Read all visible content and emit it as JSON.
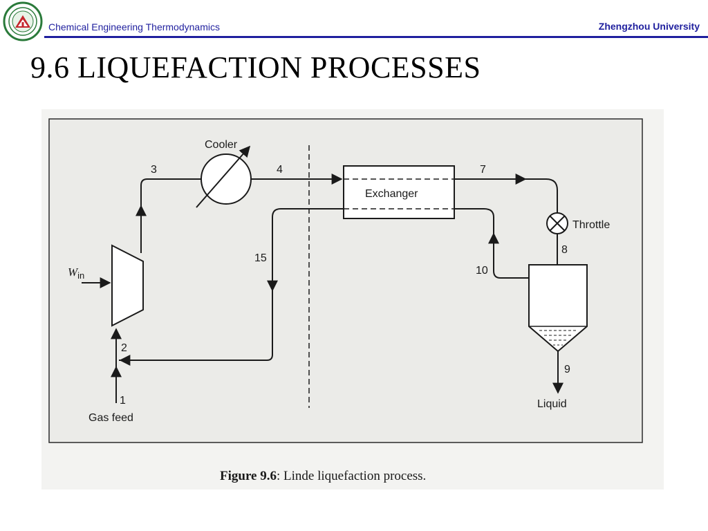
{
  "header": {
    "left_title": "Chemical Engineering Thermodynamics",
    "right_title": "Zhengzhou University",
    "accent_color": "#1f1f9e",
    "logo_icon": "university-seal"
  },
  "slide": {
    "title": "9.6 LIQUEFACTION PROCESSES"
  },
  "diagram": {
    "components": {
      "cooler": "Cooler",
      "exchanger": "Exchanger",
      "throttle": "Throttle",
      "work_symbol": "W",
      "work_subscript": "in",
      "gas_feed": "Gas feed",
      "liquid": "Liquid"
    },
    "streams": {
      "s1": "1",
      "s2": "2",
      "s3": "3",
      "s4": "4",
      "s7": "7",
      "s8": "8",
      "s9": "9",
      "s10": "10",
      "s15": "15"
    }
  },
  "caption": {
    "label": "Figure 9.6",
    "text": ": Linde liquefaction process."
  }
}
